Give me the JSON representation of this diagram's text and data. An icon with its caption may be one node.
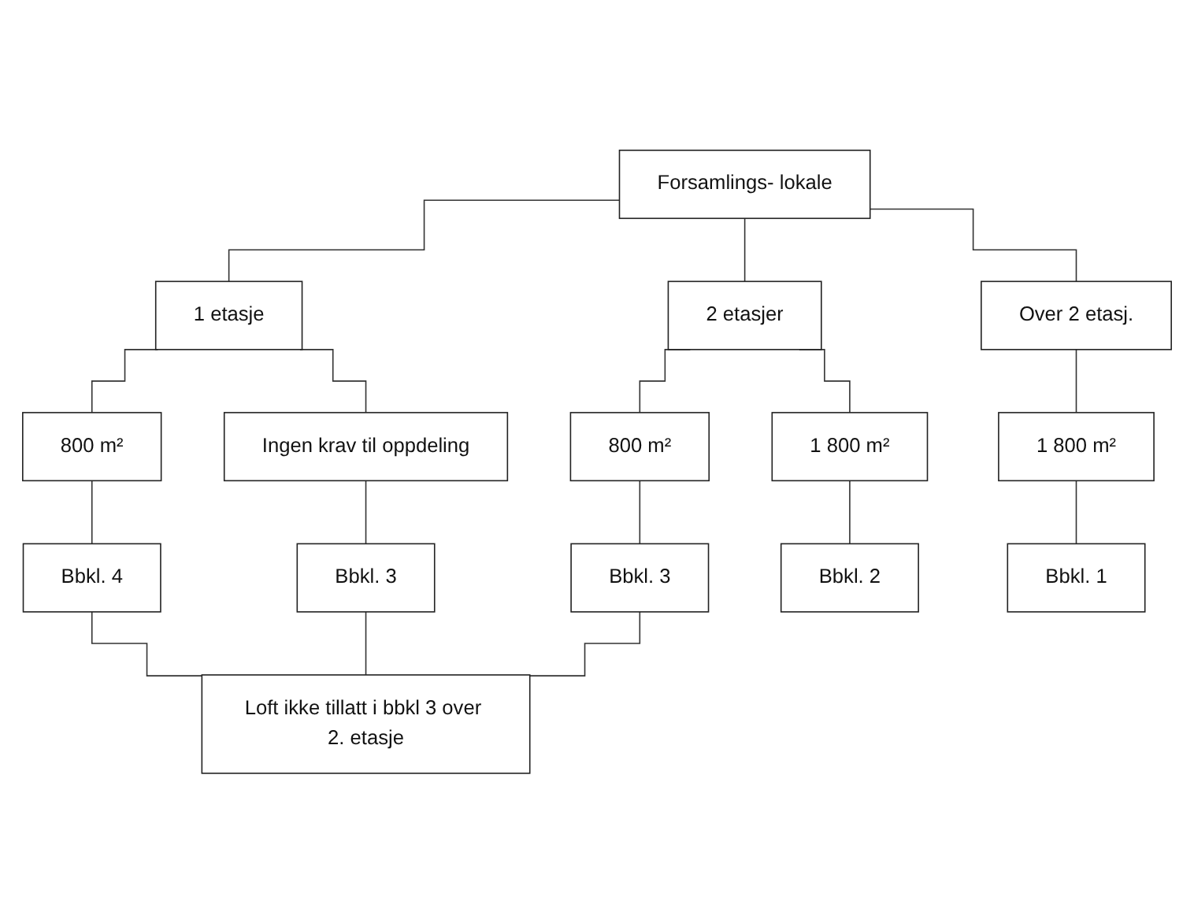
{
  "diagram": {
    "nodes": [
      {
        "text": [
          "Forsamlings- lokale"
        ]
      },
      {
        "text": [
          "1 etasje"
        ]
      },
      {
        "text": [
          "2 etasjer"
        ]
      },
      {
        "text": [
          "Over 2 etasj."
        ]
      },
      {
        "text": [
          "800 m²"
        ]
      },
      {
        "text": [
          "Ingen krav til oppdeling"
        ]
      },
      {
        "text": [
          "800 m²"
        ]
      },
      {
        "text": [
          "1 800 m²"
        ]
      },
      {
        "text": [
          "1 800 m²"
        ]
      },
      {
        "text": [
          "Bbkl. 4"
        ]
      },
      {
        "text": [
          "Bbkl. 3"
        ]
      },
      {
        "text": [
          "Bbkl. 3"
        ]
      },
      {
        "text": [
          "Bbkl. 2"
        ]
      },
      {
        "text": [
          "Bbkl. 1"
        ]
      },
      {
        "text": [
          "Loft ikke tillatt i bbkl 3 over 2. etasje"
        ]
      }
    ],
    "edges": [
      {
        "from": 0,
        "to": 1,
        "arrow": "none"
      },
      {
        "from": 0,
        "to": 2,
        "arrow": "none"
      },
      {
        "from": 0,
        "to": 3,
        "arrow": "none"
      },
      {
        "from": 1,
        "to": 4,
        "arrow": "none"
      },
      {
        "from": 1,
        "to": 5,
        "arrow": "none"
      },
      {
        "from": 2,
        "to": 6,
        "arrow": "none"
      },
      {
        "from": 2,
        "to": 7,
        "arrow": "none"
      },
      {
        "from": 3,
        "to": 8,
        "arrow": "none"
      },
      {
        "from": 4,
        "to": 9,
        "arrow": "none"
      },
      {
        "from": 5,
        "to": 10,
        "arrow": "none"
      },
      {
        "from": 6,
        "to": 11,
        "arrow": "none"
      },
      {
        "from": 7,
        "to": 12,
        "arrow": "none"
      },
      {
        "from": 8,
        "to": 13,
        "arrow": "none"
      },
      {
        "from": 9,
        "to": 14,
        "arrow": "none"
      },
      {
        "from": 10,
        "to": 14,
        "arrow": "none"
      },
      {
        "from": 11,
        "to": 14,
        "arrow": "none"
      }
    ]
  }
}
